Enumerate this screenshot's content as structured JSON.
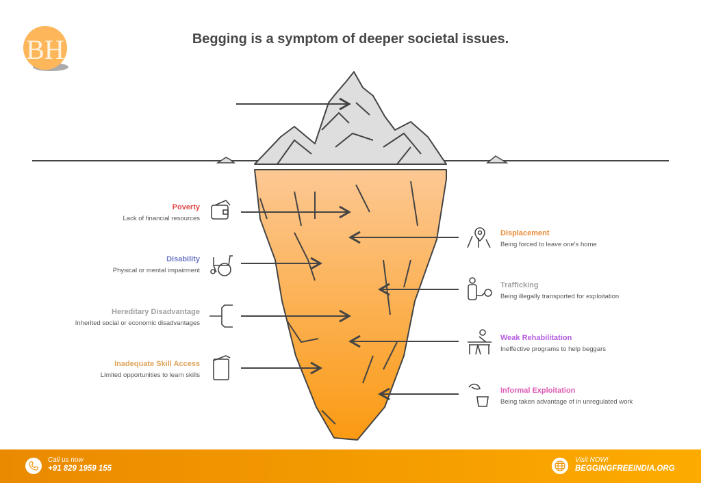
{
  "title": "Begging is a symptom of deeper societal issues.",
  "logo": {
    "text": "BH"
  },
  "left_items": [
    {
      "title": "Poverty",
      "desc": "Lack of financial resources",
      "color": "#e04848",
      "icon": "wallet-icon"
    },
    {
      "title": "Disability",
      "desc": "Physical or mental impairment",
      "color": "#6e78c8",
      "icon": "wheelchair-icon"
    },
    {
      "title": "Hereditary Disadvantage",
      "desc": "Inherited social or economic disadvantages",
      "color": "#a0a0a0",
      "icon": "bracket-icon"
    },
    {
      "title": "Inadequate Skill Access",
      "desc": "Limited opportunities to learn skills",
      "color": "#dea35a",
      "icon": "book-icon"
    }
  ],
  "right_items": [
    {
      "title": "Displacement",
      "desc": "Being forced to leave one's home",
      "color": "#e88a36",
      "icon": "location-road-icon"
    },
    {
      "title": "Trafficking",
      "desc": "Being illegally transported for exploitation",
      "color": "#a0a0a0",
      "icon": "shackled-person-icon"
    },
    {
      "title": "Weak Rehabilitation",
      "desc": "Ineffective programs to help beggars",
      "color": "#b55ce0",
      "icon": "person-desk-icon"
    },
    {
      "title": "Informal Exploitation",
      "desc": "Being taken advantage of in unregulated work",
      "color": "#dc5ab4",
      "icon": "hand-bucket-icon"
    }
  ],
  "footer": {
    "call_label": "Call us now",
    "phone": "+91 829 1959 155",
    "visit_label": "Visit NOW!",
    "website": "BEGGINGFREEINDIA.ORG"
  }
}
